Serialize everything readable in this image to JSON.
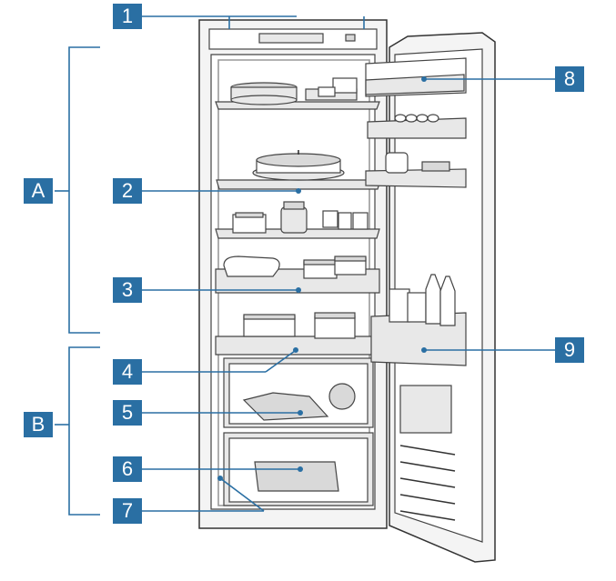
{
  "callouts": {
    "c1": "1",
    "c2": "2",
    "c3": "3",
    "c4": "4",
    "c5": "5",
    "c6": "6",
    "c7": "7",
    "c8": "8",
    "c9": "9",
    "cA": "A",
    "cB": "B"
  },
  "colors": {
    "callout_fill": "#2a6fa3",
    "line": "#2a6fa3",
    "outline": "#333333"
  },
  "icons": [
    "fridge-illustration"
  ]
}
